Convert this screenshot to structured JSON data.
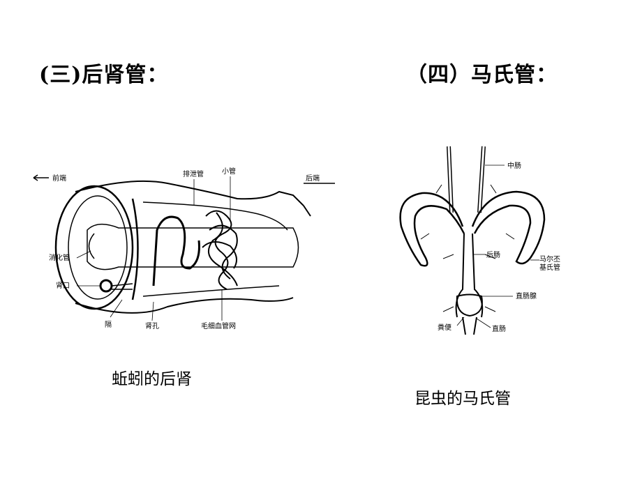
{
  "headings": {
    "left": "(三)后肾管：",
    "right": "（四）马氏管："
  },
  "captions": {
    "left": "蚯蚓的后肾",
    "right": "昆虫的马氏管"
  },
  "earthworm_diagram": {
    "labels": {
      "front": "前端",
      "rear": "后端",
      "excretory_tube": "排泄管",
      "small_tube": "小管",
      "digestive_tube": "消化管",
      "nephridiopore": "肾口",
      "septum": "隔",
      "kidney_pore": "肾孔",
      "capillary_net": "毛细血管网"
    }
  },
  "insect_diagram": {
    "labels": {
      "midgut": "中肠",
      "hindgut": "后肠",
      "malpighian_line1": "马尔丕",
      "malpighian_line2": "基氏管",
      "rectal_gland": "直肠腺",
      "feces": "粪便",
      "rectum": "直肠"
    }
  }
}
